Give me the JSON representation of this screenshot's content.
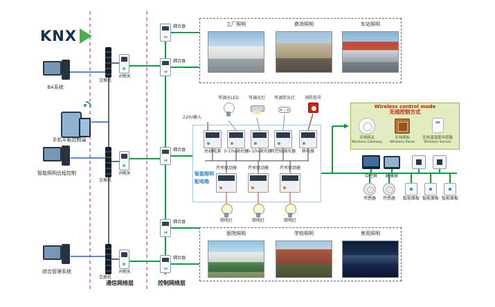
{
  "logo": {
    "text": "KNX"
  },
  "colors": {
    "bus_green": "#00a33e",
    "ethernet_blue": "#2060c0",
    "layer_line_pink": "#ee55cc",
    "distribution_box_blue": "#9ec8e8",
    "fire_red": "#cc2211",
    "wireless_box_bg": "#e3ecc0",
    "wireless_title_red": "#cc2200"
  },
  "left_devices": [
    {
      "label": "BA系统"
    },
    {
      "label": "手机平板控制端"
    },
    {
      "label": "智能照明远程控制"
    },
    {
      "label": "综合管理系统"
    }
  ],
  "network": {
    "switch1": "交换机",
    "switch2": "交换机",
    "switch3": "交换机",
    "gateway1": "IP网关",
    "gateway2": "IP网关",
    "gateway3": "IP网关",
    "coupler1": "耦合器",
    "coupler2": "耦合器",
    "coupler3": "耦合器",
    "coupler4": "耦合器",
    "coupler5": "耦合器"
  },
  "layers": {
    "communication": "通信网络层",
    "control": "控制网络层"
  },
  "top_gallery": {
    "photo1": "工厂照明",
    "photo2": "商场照明",
    "photo3": "车站照明"
  },
  "bottom_gallery": {
    "photo1": "医院照明",
    "photo2": "学校照明",
    "photo3": "景观照明"
  },
  "distribution_box": {
    "title_line1": "智能照明",
    "title_line2": "配电箱",
    "power_input": "220v输入",
    "module1": "总线电源",
    "module2": "0-10v调光器",
    "module3": "0-10v调光器",
    "module4": "可控硅调光器",
    "module5": "继电器",
    "driver1": "开关驱动器",
    "driver2": "开关驱动器",
    "driver3": "开关驱动器",
    "lamp1": "照明灯",
    "lamp2": "照明灯",
    "lamp3": "照明灯",
    "load1": "可调光LED",
    "load2": "可调光灯",
    "load3": "可调荧光灯",
    "load4": "消防信号"
  },
  "wireless_panel": {
    "title_en": "Wireless control mode",
    "title_zh": "无线控制方式",
    "item1_zh": "无线网关",
    "item1_en": "Wireless Gateway",
    "item2_zh": "无线面板",
    "item2_en": "Wireless Panel",
    "item3_zh": "无线温湿度传感器",
    "item3_en": "Wireless Sensor"
  },
  "right_devices": {
    "screen1": "中控屏",
    "screen2": "触摸屏",
    "sensor1": "传感器",
    "sensor2": "传感器",
    "panel1": "智能面板",
    "panel2": "智能面板",
    "panel3": "智能面板"
  }
}
